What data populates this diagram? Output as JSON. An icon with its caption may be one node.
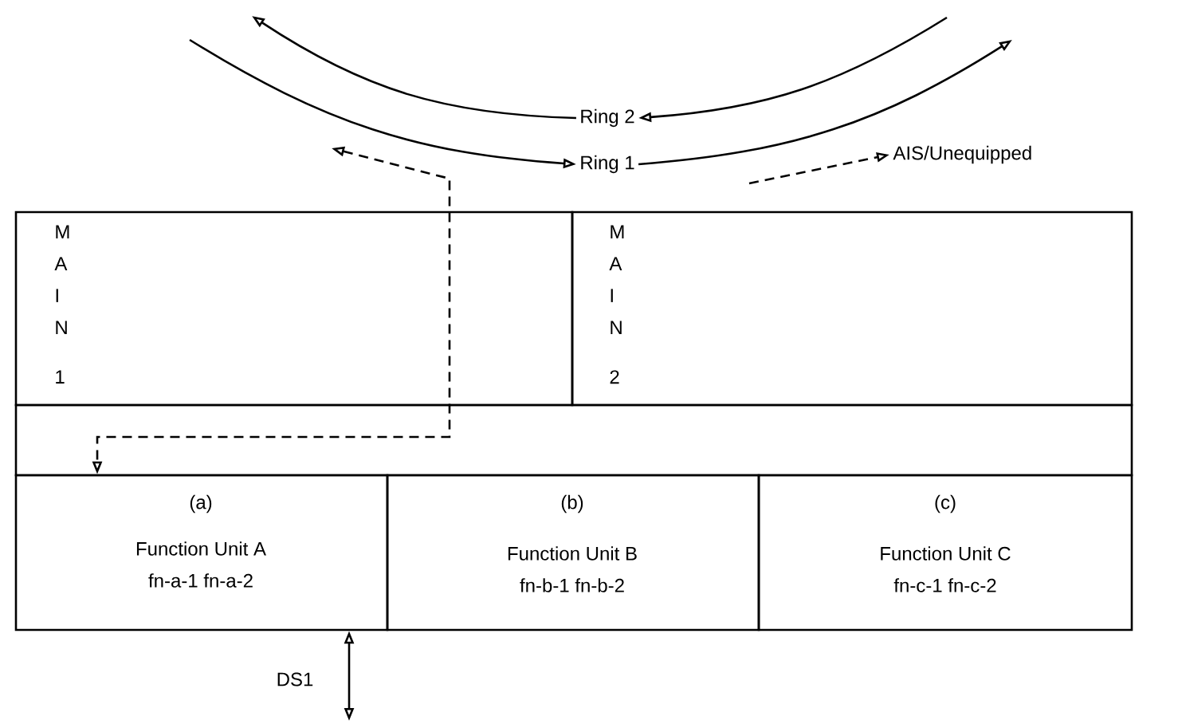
{
  "diagram": {
    "nodes": [
      {
        "text": [
          "Ring 2"
        ]
      },
      {
        "text": [
          "Ring 1"
        ]
      },
      {
        "text": [
          "AIS/Unequipped"
        ]
      },
      {
        "text": [
          "M A I N",
          "1"
        ]
      },
      {
        "text": [
          "M A I N",
          "2"
        ]
      },
      {
        "text": [],
        "shape": "box"
      },
      {
        "text": [
          "(a)",
          "Function Unit A",
          "fn-a-1 fn-a-2"
        ]
      },
      {
        "text": [
          "(b)",
          "Function Unit B",
          "fn-b-1 fn-b-2"
        ]
      },
      {
        "text": [
          "(c)",
          "Function Unit C",
          "fn-c-1 fn-c-2"
        ]
      }
    ],
    "edges": [
      {
        "from": 0,
        "to": null,
        "arrow": "to"
      },
      {
        "from": null,
        "to": 0,
        "arrow": "to"
      },
      {
        "from": null,
        "to": 1,
        "arrow": "to"
      },
      {
        "from": 1,
        "to": null,
        "arrow": "to"
      },
      {
        "from": null,
        "to": 2,
        "arrow": "to",
        "style": "dashed"
      },
      {
        "from": null,
        "to": 6,
        "arrow": "both",
        "style": "dashed"
      },
      {
        "from": null,
        "to": 6,
        "arrow": "both",
        "label": "DS1"
      }
    ]
  }
}
